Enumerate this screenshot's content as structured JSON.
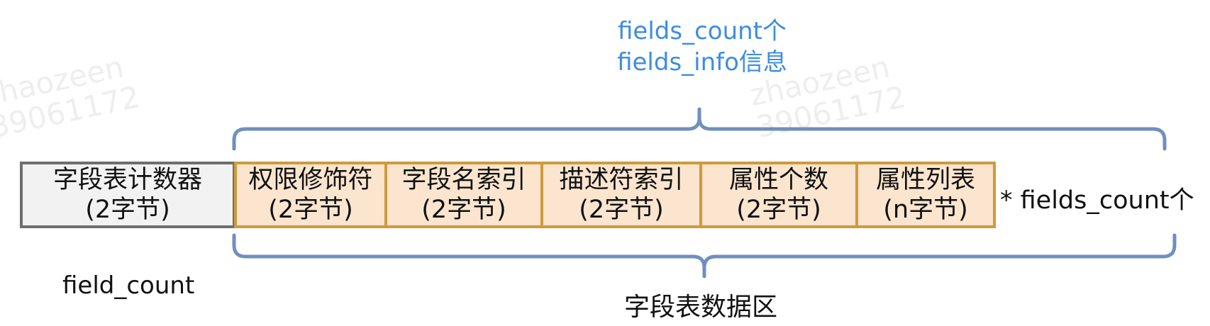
{
  "top_label": {
    "line1": "fields_count个",
    "line2": "fields_info信息"
  },
  "counter": {
    "line1": "字段表计数器",
    "line2": "(2字节)"
  },
  "fields": [
    {
      "line1": "权限修饰符",
      "line2": "(2字节)"
    },
    {
      "line1": "字段名索引",
      "line2": "(2字节)"
    },
    {
      "line1": "描述符索引",
      "line2": "(2字节)"
    },
    {
      "line1": "属性个数",
      "line2": "(2字节)"
    },
    {
      "line1": "属性列表",
      "line2": "(n字节)"
    }
  ],
  "side_label": "* fields_count个",
  "bottom_left_label": "field_count",
  "bottom_label": "字段表数据区",
  "watermarks": [
    {
      "line1": "zhaozeen",
      "line2": "39061172"
    },
    {
      "line1": "zhaozeen",
      "line2": "39061172"
    }
  ],
  "colors": {
    "top_label": "#3d8de0",
    "brace": "#6f8fbf",
    "counter_fill": "#f2f2f2",
    "counter_border": "#6e6e6e",
    "field_fill": "#fbe5cf",
    "field_border": "#cf9a3c"
  }
}
